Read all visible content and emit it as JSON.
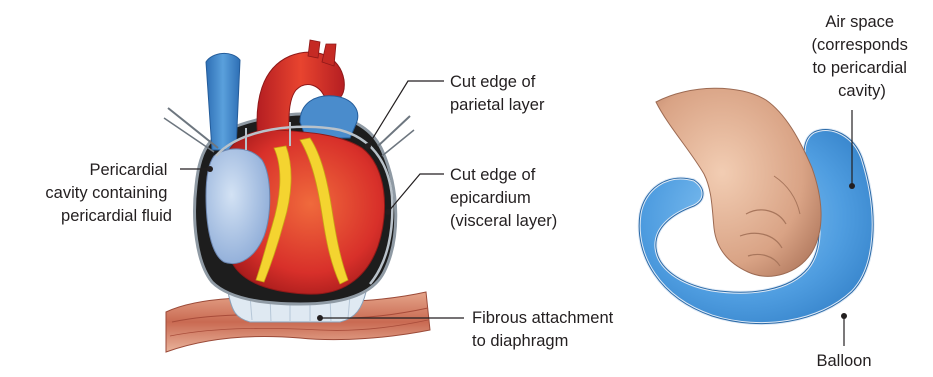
{
  "labels": {
    "pericardial_cavity": [
      "Pericardial",
      "cavity containing",
      "pericardial fluid"
    ],
    "parietal_layer": [
      "Cut edge of",
      "parietal layer"
    ],
    "epicardium": [
      "Cut edge of",
      "epicardium",
      "(visceral layer)"
    ],
    "fibrous_attachment": [
      "Fibrous attachment",
      "to diaphragm"
    ],
    "air_space": [
      "Air space",
      "(corresponds",
      "to pericardial",
      "cavity)"
    ],
    "balloon": [
      "Balloon"
    ]
  },
  "colors": {
    "leader_line": "#231f20",
    "label_text": "#231f20",
    "heart_red": "#d8302a",
    "atrium_blue": "#a9c4e6",
    "vessel_blue": "#3d7fc4",
    "fat_yellow": "#f4d430",
    "balloon_blue": "#4f9de0",
    "fist_skin": "#e3b79a"
  }
}
